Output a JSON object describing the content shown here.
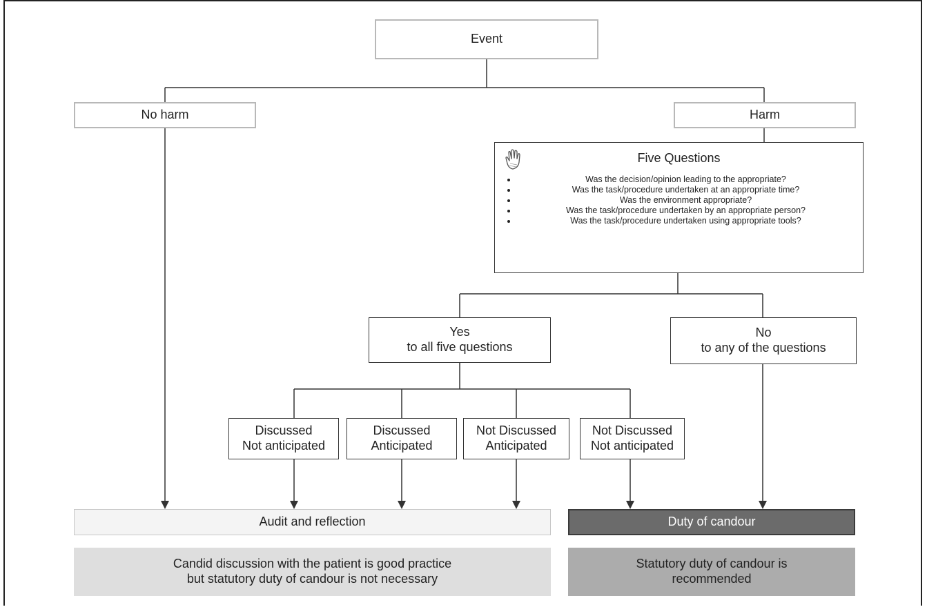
{
  "event": "Event",
  "no_harm": "No harm",
  "harm": "Harm",
  "five_questions": {
    "title": "Five Questions",
    "icon": "hand-icon",
    "questions": [
      "Was the decision/opinion leading to the appropriate?",
      "Was the task/procedure undertaken at an appropriate time?",
      "Was the environment appropriate?",
      "Was the task/procedure undertaken by an appropriate person?",
      "Was the task/procedure undertaken using appropriate tools?"
    ]
  },
  "yes_all": {
    "line1": "Yes",
    "line2": "to all five questions"
  },
  "no_any": {
    "line1": "No",
    "line2": "to any of the questions"
  },
  "outcomes": [
    {
      "line1": "Discussed",
      "line2": "Not anticipated"
    },
    {
      "line1": "Discussed",
      "line2": "Anticipated"
    },
    {
      "line1": "Not Discussed",
      "line2": "Anticipated"
    },
    {
      "line1": "Not Discussed",
      "line2": "Not anticipated"
    }
  ],
  "audit": "Audit and reflection",
  "duty": "Duty of candour",
  "candid_note": {
    "line1": "Candid discussion with the patient is good practice",
    "line2": "but statutory duty of candour is not necessary"
  },
  "statutory_note": {
    "line1": "Statutory duty of candour is",
    "line2": "recommended"
  },
  "colors": {
    "line": "#333333",
    "box_border_light": "#b8b8b8",
    "duty_fill": "#6b6b6b",
    "candid_fill": "#dedede",
    "statutory_fill": "#acacac"
  }
}
